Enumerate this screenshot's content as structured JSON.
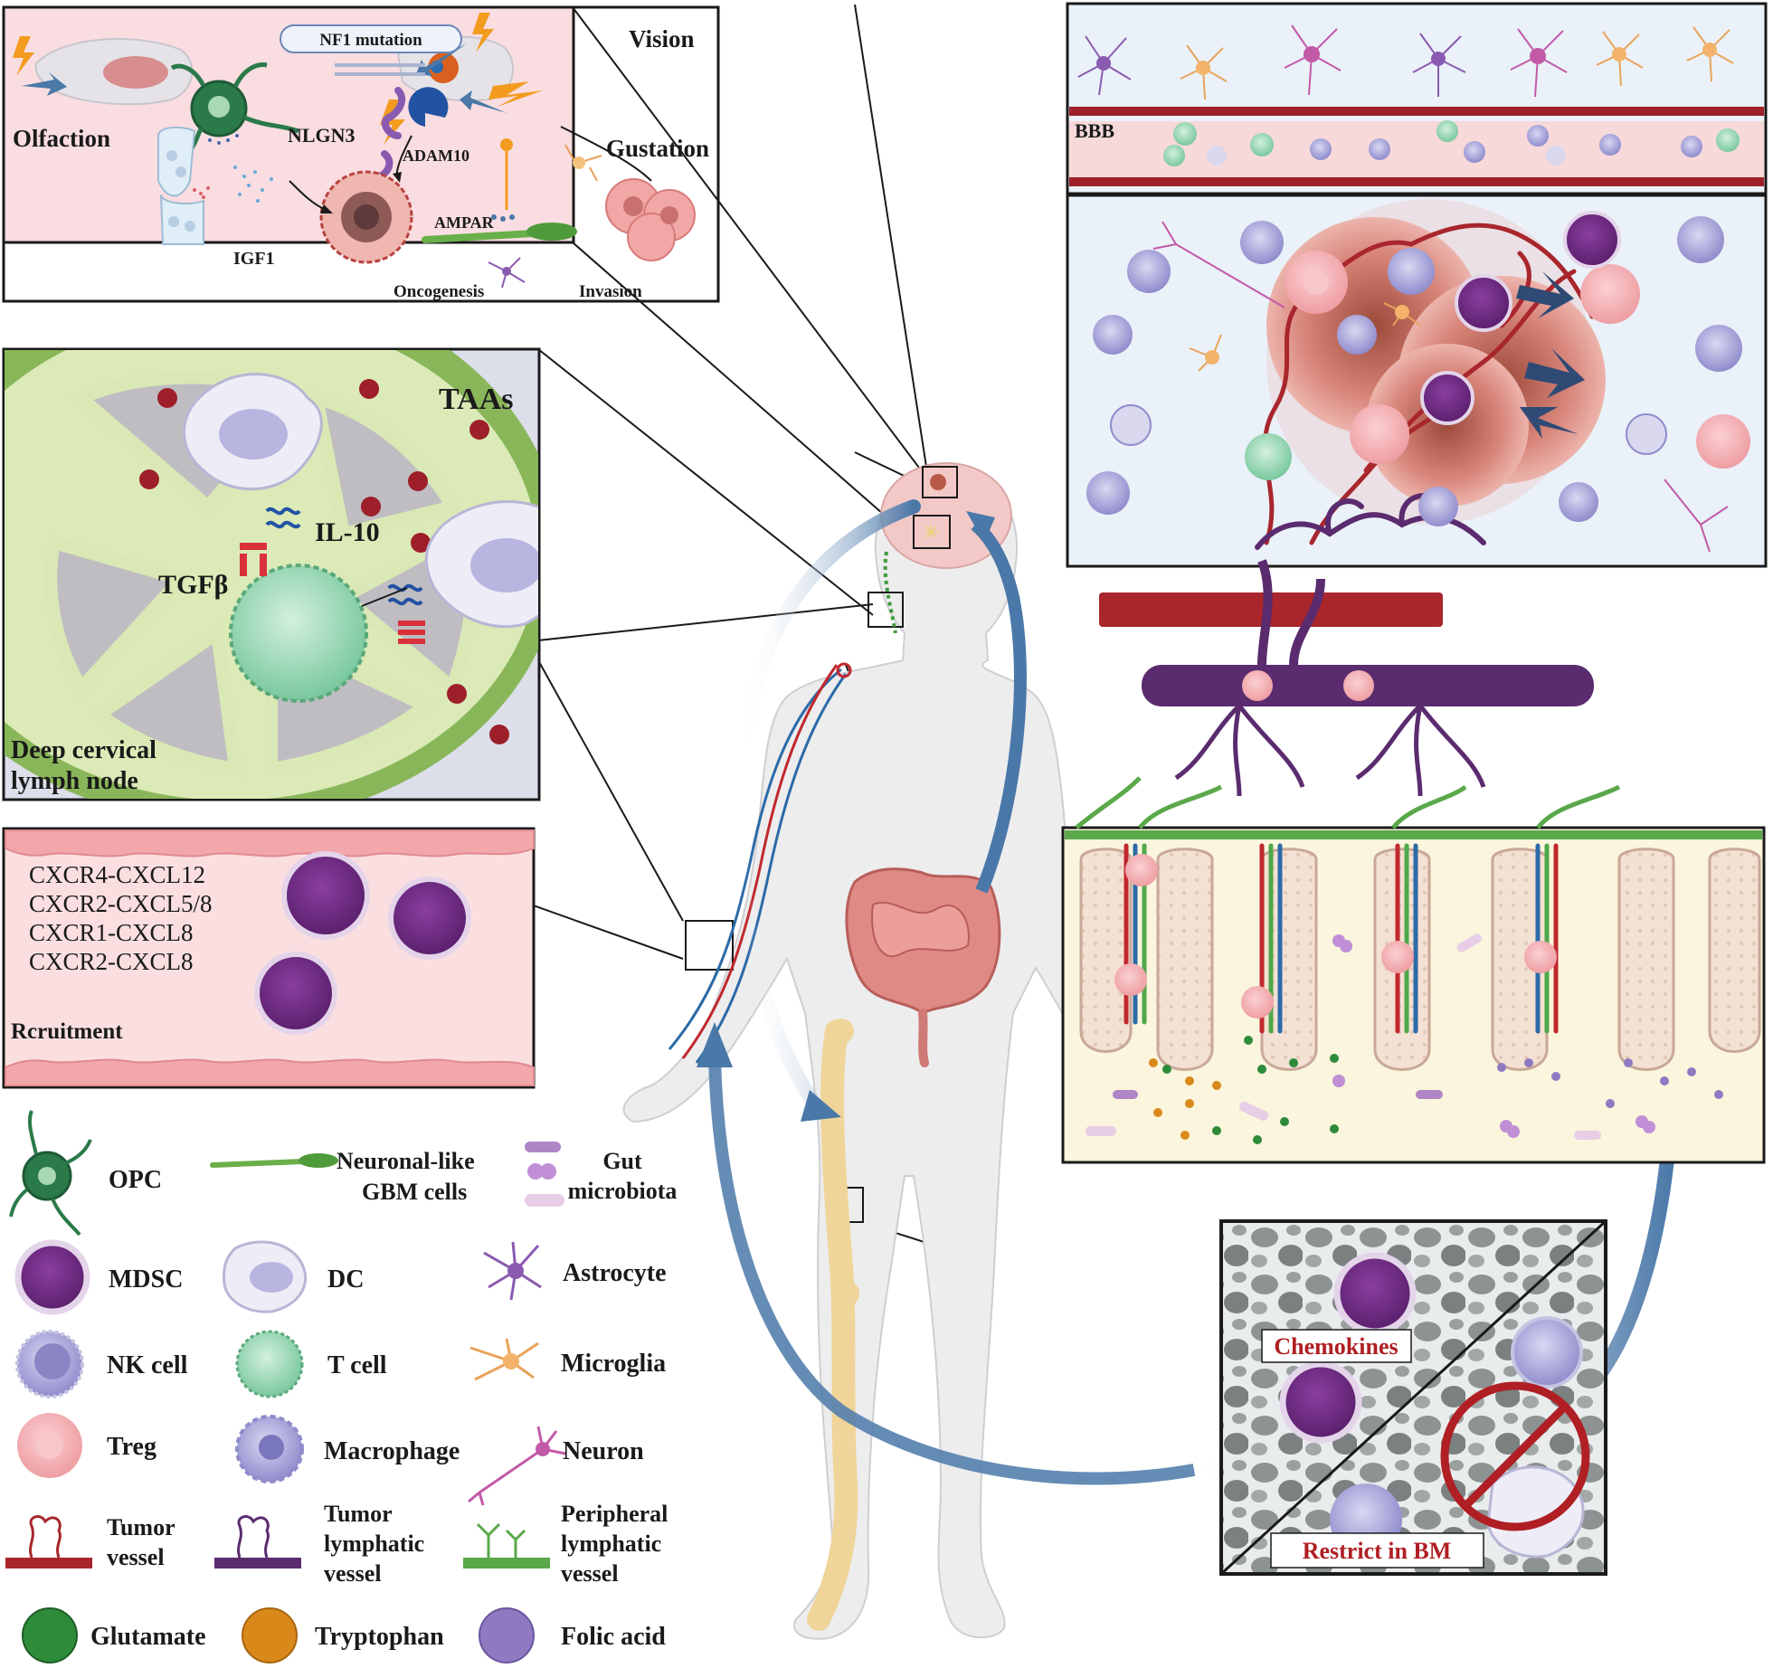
{
  "panels": {
    "sensory": {
      "olfaction": "Olfaction",
      "vision": "Vision",
      "gustation": "Gustation",
      "nf1": "NF1 mutation",
      "nlgn3": "NLGN3",
      "adam10": "ADAM10",
      "igf1": "IGF1",
      "ampar": "AMPAR",
      "oncogenesis": "Oncogenesis",
      "invasion": "Invasion"
    },
    "bbb": {
      "label": "BBB"
    },
    "lymph": {
      "taas": "TAAs",
      "il10": "IL-10",
      "tgfb": "TGFβ",
      "title_line1": "Deep cervical",
      "title_line2": "lymph node"
    },
    "recruit": {
      "axes": [
        "CXCR4-CXCL12",
        "CXCR2-CXCL5/8",
        "CXCR1-CXCL8",
        "CXCR2-CXCL8"
      ],
      "title": "Rcruitment"
    },
    "bone_marrow": {
      "chemokines": "Chemokines",
      "restrict": "Restrict in BM"
    }
  },
  "legend": {
    "opc": "OPC",
    "neuronal_1": "Neuronal-like",
    "neuronal_2": "GBM cells",
    "gut_1": "Gut",
    "gut_2": "microbiota",
    "mdsc": "MDSC",
    "dc": "DC",
    "astrocyte": "Astrocyte",
    "nk": "NK cell",
    "tcell": "T cell",
    "microglia": "Microglia",
    "treg": "Treg",
    "macrophage": "Macrophage",
    "neuron": "Neuron",
    "tumor_vessel_1": "Tumor",
    "tumor_vessel_2": "vessel",
    "tumor_lymph_1": "Tumor",
    "tumor_lymph_2": "lymphatic",
    "tumor_lymph_3": "vessel",
    "periph_1": "Peripheral",
    "periph_2": "lymphatic",
    "periph_3": "vessel",
    "glutamate": "Glutamate",
    "tryptophan": "Tryptophan",
    "folic": "Folic acid"
  },
  "colors": {
    "sensory_bg": "#f9dde1",
    "bbb_bg": "#eaf1f8",
    "lymph_bg": "#dcdfea",
    "recruit_bg": "#fbdfe0",
    "gut_bg": "#faf5dc",
    "arrow": "#4a78a8",
    "mdsc": "#6b2b7e",
    "tcell": "#9fd9b9",
    "treg": "#f3b3b6",
    "vessel_red": "#b3262b",
    "vessel_purple": "#5a2b6e",
    "periph_green": "#5aa84a",
    "glutamate": "#2e8b3a",
    "tryptophan": "#d9891a",
    "folic": "#8f7ac2"
  }
}
